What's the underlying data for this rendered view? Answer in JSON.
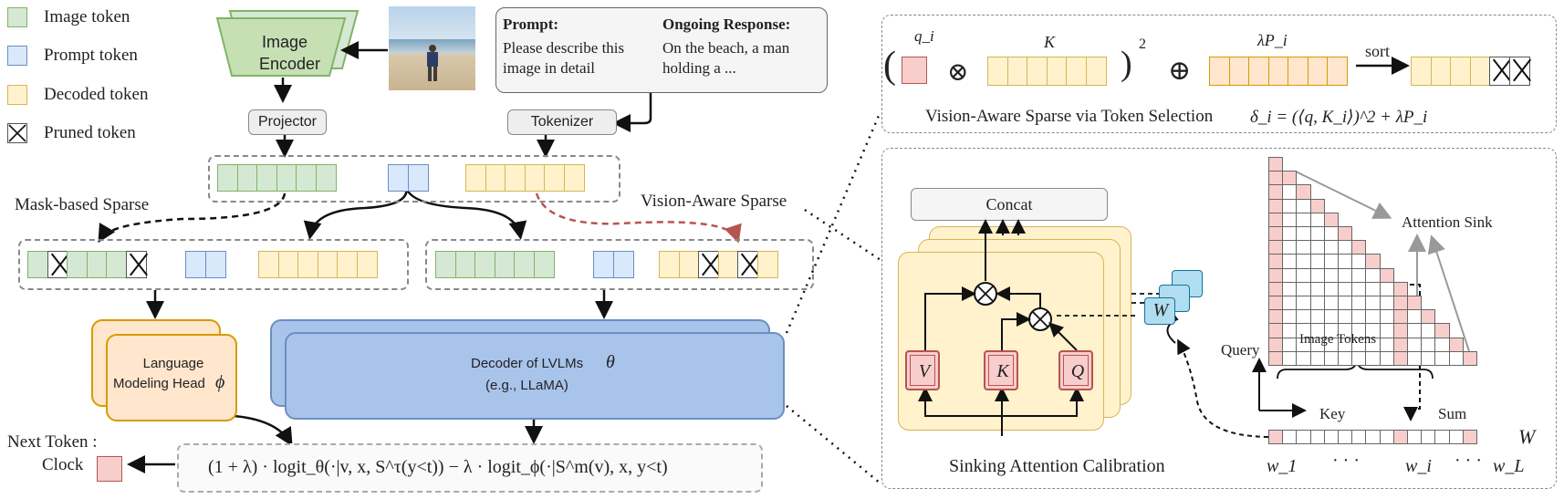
{
  "legend": {
    "image_token": "Image token",
    "prompt_token": "Prompt token",
    "decoded_token": "Decoded token",
    "pruned_token": "Pruned token"
  },
  "encoder": {
    "label_line1": "Image",
    "label_line2": "Encoder"
  },
  "prompt_box": {
    "prompt_title": "Prompt:",
    "prompt_text_line1": "Please describe this",
    "prompt_text_line2": "image in detail",
    "response_title": "Ongoing Response:",
    "response_text_line1": "On the beach, a man",
    "response_text_line2": "holding a ..."
  },
  "projector_label": "Projector",
  "tokenizer_label": "Tokenizer",
  "mask_sparse_label": "Mask-based Sparse",
  "vision_sparse_label": "Vision-Aware Sparse",
  "lm_head": {
    "line1": "Language",
    "line2": "Modeling Head",
    "symbol": "ϕ"
  },
  "decoder": {
    "line1": "Decoder of LVLMs",
    "symbol": "θ",
    "line2": "(e.g.,  LLaMA)"
  },
  "next_token": {
    "line1": "Next  Token :",
    "line2": "Clock"
  },
  "formula": "(1 + λ) · logit_θ(·|v, x, S^τ(y<t)) − λ · logit_ϕ(·|S^m(v), x, y<t)",
  "top_panel": {
    "q_label": "q_i",
    "k_label": "K",
    "lambda_label": "λP_i",
    "sort_label": "sort",
    "caption": "Vision-Aware Sparse via Token Selection",
    "equation": "δ_i = (⟨q, K_i⟩)^2 + λP_i"
  },
  "bottom_panel": {
    "concat_label": "Concat",
    "v_label": "V",
    "k_label": "K",
    "q_label": "Q",
    "w_label": "W",
    "caption": "Sinking Attention Calibration",
    "attention_sink": "Attention Sink",
    "image_tokens": "Image Tokens",
    "query": "Query",
    "key": "Key",
    "sum": "Sum",
    "w_vec_label": "W",
    "w1": "w_1",
    "dots1": "· · ·",
    "wi": "w_i",
    "dots2": "· · ·",
    "wL": "w_L"
  },
  "colors": {
    "image_token": "#d5e8d4",
    "prompt_token": "#dae8fc",
    "decoded_token": "#fff2cc",
    "attention_pink": "#f8cecc",
    "decoder_blue": "#a9c4eb",
    "head_orange": "#ffe6cc"
  }
}
